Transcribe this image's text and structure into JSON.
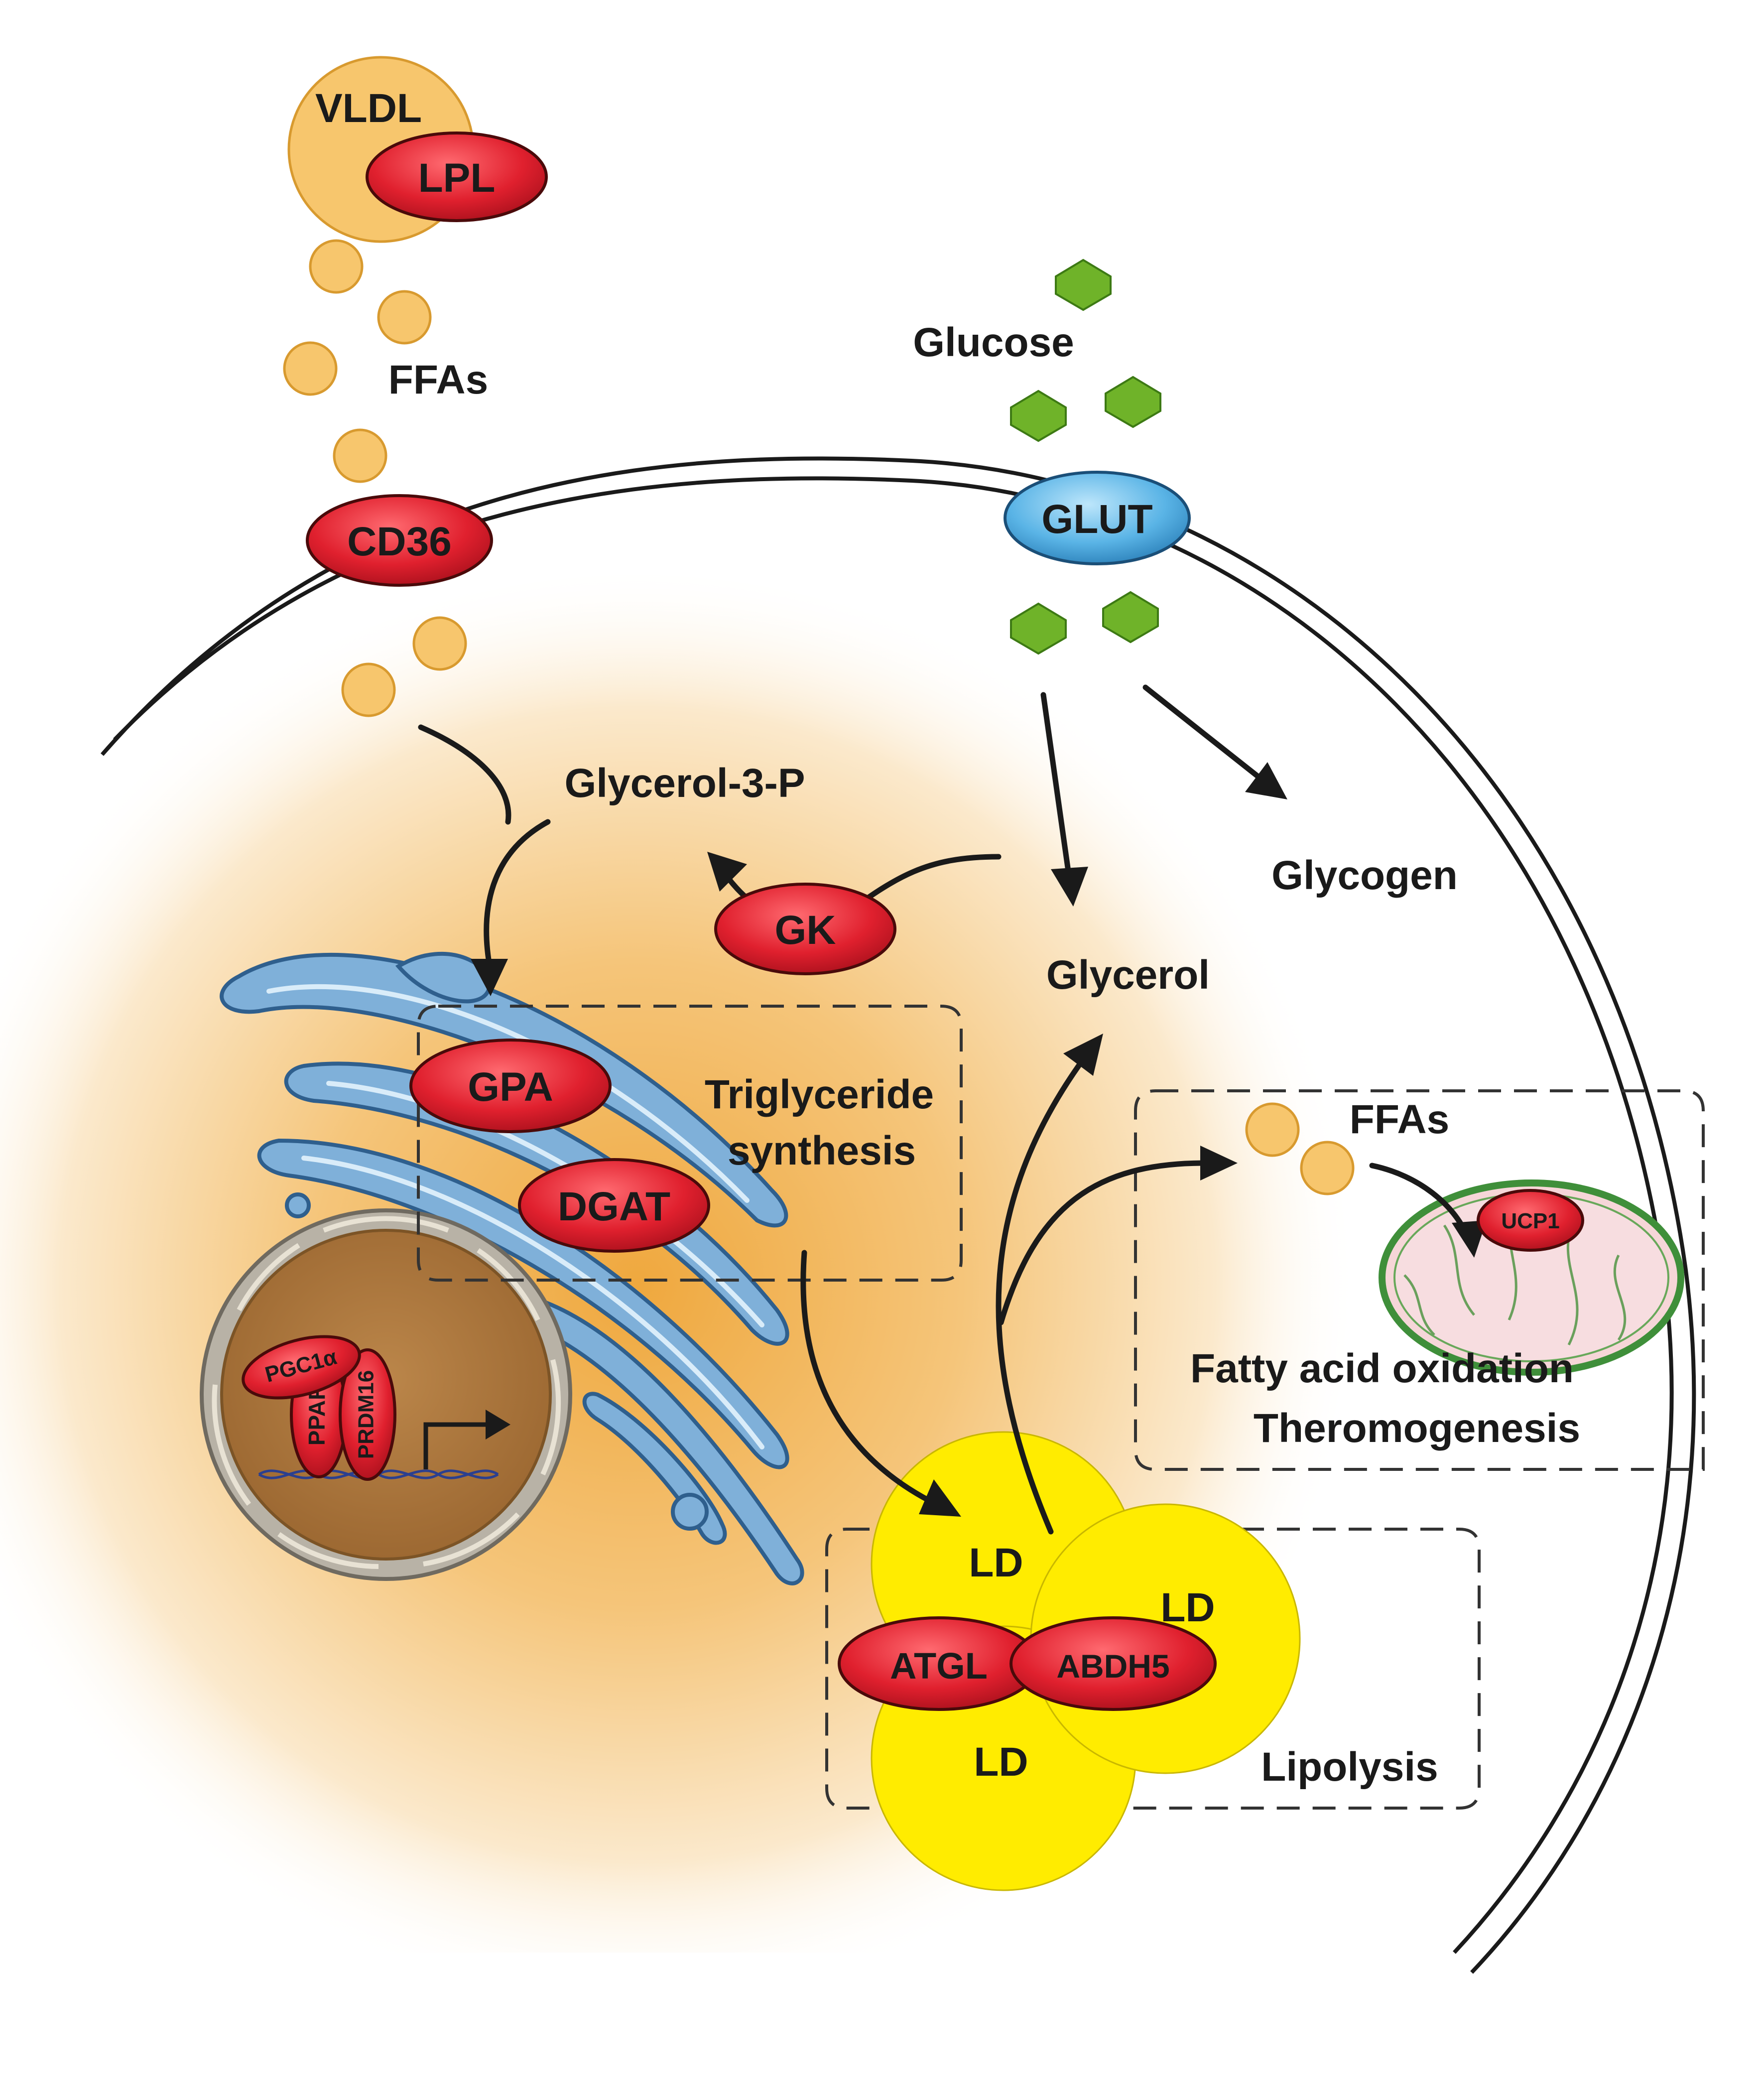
{
  "labels": {
    "vldl": "VLDL",
    "lpl": "LPL",
    "ffas_top": "FFAs",
    "cd36": "CD36",
    "glucose": "Glucose",
    "glut": "GLUT",
    "glycerol_3_p": "Glycerol-3-P",
    "gk": "GK",
    "glycerol": "Glycerol",
    "glycogen": "Glycogen",
    "gpa": "GPA",
    "dgat": "DGAT",
    "triglyceride_synthesis_line1": "Triglyceride",
    "triglyceride_synthesis_line2": "synthesis",
    "ffas_right": "FFAs",
    "ucp1": "UCP1",
    "fatty_acid_oxidation": "Fatty acid oxidation",
    "thermogenesis": "Theromogenesis",
    "pgc1a": "PGC1α",
    "ppar": "PPAR",
    "prdm16": "PRDM16",
    "ld_top": "LD",
    "ld_right": "LD",
    "ld_bottom": "LD",
    "atgl": "ATGL",
    "abdh5": "ABDH5",
    "lipolysis": "Lipolysis"
  },
  "colors": {
    "protein_red": "#e0202e",
    "glut_blue": "#5ab4e6",
    "ffa_orange": "#f7c66d",
    "glucose_green": "#6fb329",
    "lipid_droplet_yellow": "#ffec00",
    "er_blue": "#7fb0d9",
    "nucleus_brown": "#b07a3e",
    "cytoplasm_orange": "#f3b24e"
  }
}
